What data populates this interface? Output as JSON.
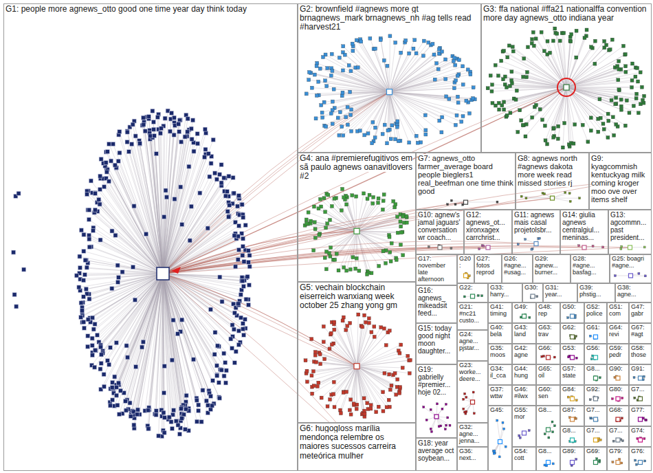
{
  "diagram": {
    "nodes": [
      {
        "text": [
          "G1: people more agnews_otto good one time year day think today"
        ]
      },
      {
        "text": [
          "G2: brownfield #agnews more gt brnagnews_mark brnagnews_nh #ag tells read #harvest21"
        ]
      },
      {
        "text": [
          "G3: ffa national #ffa21 nationalffa convention more day agnews_otto indiana year"
        ]
      },
      {
        "text": [
          "G4: ana #premierefugitivos em sã paulo agnews oanavitlovers #2"
        ]
      },
      {
        "text": [
          "G7: agnews_otto farmer_average board people bieglers1 real_beefman one time think good"
        ]
      },
      {
        "text": [
          "G8: agnews north #agnews dakota more week read missed stories rj"
        ]
      },
      {
        "text": [
          "G9: kyagcommish kentuckyag milk coming kroger moo ove over items shelf"
        ]
      },
      {
        "text": [
          "G10: agnew's jamal jaguars' conversation wr coach..."
        ]
      },
      {
        "text": [
          "G12: agnews_ot... xironxagex carrchrist..."
        ]
      },
      {
        "text": [
          "G11: agnews mais casal projetolsbr..."
        ]
      },
      {
        "text": [
          "G14: giulia agnews centralgiul... meninas..."
        ]
      },
      {
        "text": [
          "G13: agcommn... past president..."
        ]
      },
      {
        "text": [
          "G5: vechain blockchain eiserreich wanxiang week october 25 zhang yong gm"
        ]
      },
      {
        "text": [
          "G6: hugogloss marília mendonça relembre os maiores sucessos carreira meteórica mulher"
        ]
      },
      {
        "text": [
          "G17: november late afternoon"
        ]
      },
      {
        "text": [
          "G16: agnews_ mikeadsit feed..."
        ]
      },
      {
        "text": [
          "G15: today good night moon daughter..."
        ]
      },
      {
        "text": [
          "G19: gabrielly #premier... hoje 02..."
        ]
      },
      {
        "text": [
          "G18: year average oct soybean..."
        ]
      },
      {
        "text": [
          "G20:"
        ]
      },
      {
        "text": [
          "G27: fotos reprod"
        ]
      },
      {
        "text": [
          "G26: #agne... #usag..."
        ]
      },
      {
        "text": [
          "G29: agnew... burner..."
        ]
      },
      {
        "text": [
          "G28: #agne... basfag..."
        ]
      },
      {
        "text": [
          "G25: boagri #agne..."
        ]
      },
      {
        "text": [
          "G22:"
        ]
      },
      {
        "text": [
          "G21: #nc21 custo..."
        ]
      },
      {
        "text": [
          "G24: agne... pjstar..."
        ]
      },
      {
        "text": [
          "G23: worke... deere..."
        ]
      },
      {
        "text": [
          "G32: agne... jenna..."
        ]
      },
      {
        "text": [
          "G36: next..."
        ]
      },
      {
        "text": [
          "G33: harry..."
        ]
      },
      {
        "text": [
          "G30:"
        ]
      },
      {
        "text": [
          "G31: year..."
        ]
      },
      {
        "text": [
          "G39: phstig..."
        ]
      },
      {
        "text": [
          "G38: agne..."
        ]
      },
      {
        "text": [
          "G41: timing"
        ]
      },
      {
        "text": [
          "G49:"
        ]
      },
      {
        "text": [
          "G48: rep"
        ]
      },
      {
        "text": [
          "G50:"
        ]
      },
      {
        "text": [
          "G52: police"
        ]
      },
      {
        "text": [
          "G51: com"
        ]
      },
      {
        "text": [
          "G47: gabr"
        ]
      },
      {
        "text": [
          "G40: belä"
        ]
      },
      {
        "text": [
          "G43: land"
        ]
      },
      {
        "text": [
          "G63: trav"
        ]
      },
      {
        "text": [
          "G62:"
        ]
      },
      {
        "text": [
          "G61:"
        ]
      },
      {
        "text": [
          "G64: revi"
        ]
      },
      {
        "text": [
          "G67: #agt"
        ]
      },
      {
        "text": [
          "G35: moos"
        ]
      },
      {
        "text": [
          "G42: agne"
        ]
      },
      {
        "text": [
          "G66:"
        ]
      },
      {
        "text": [
          "G53:"
        ]
      },
      {
        "text": [
          "G56:"
        ]
      },
      {
        "text": [
          "G59: pedr"
        ]
      },
      {
        "text": [
          "G58: those"
        ]
      },
      {
        "text": [
          "G34: il_cca"
        ]
      },
      {
        "text": [
          "G44: hung"
        ]
      },
      {
        "text": [
          "G65: oil"
        ]
      },
      {
        "text": [
          "G57: state"
        ]
      },
      {
        "text": [
          "G8..."
        ]
      },
      {
        "text": [
          "G90:"
        ]
      },
      {
        "text": [
          "G91:"
        ]
      },
      {
        "text": [
          "G37: wttw"
        ]
      },
      {
        "text": [
          "G46: #ilwx"
        ]
      },
      {
        "text": [
          "G60: sen"
        ]
      },
      {
        "text": [
          "G84:"
        ]
      },
      {
        "text": [
          "G92:"
        ]
      },
      {
        "text": [
          "G80:"
        ]
      },
      {
        "text": [
          "G7..."
        ]
      },
      {
        "text": [
          "G45:"
        ]
      },
      {
        "text": [
          "G55: mor"
        ]
      },
      {
        "text": [
          "G8..."
        ]
      },
      {
        "text": [
          "G87:"
        ]
      },
      {
        "text": [
          "G7..."
        ]
      },
      {
        "text": [
          "G68:"
        ]
      },
      {
        "text": [
          "G77:"
        ]
      },
      {
        "text": [
          "G8..."
        ]
      },
      {
        "text": [
          "G7..."
        ]
      },
      {
        "text": [
          "G7..."
        ]
      },
      {
        "text": [
          "G74:"
        ]
      },
      {
        "text": [
          "G54: cott"
        ]
      },
      {
        "text": [
          "G8..."
        ]
      },
      {
        "text": [
          "G89:"
        ]
      },
      {
        "text": [
          "G69:"
        ]
      },
      {
        "text": [
          "G79:"
        ]
      },
      {
        "text": [
          "G76:"
        ]
      }
    ]
  }
}
